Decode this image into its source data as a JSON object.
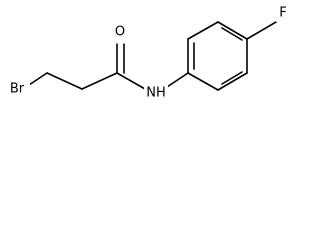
{
  "molecule": {
    "atoms": {
      "bromine": "Br",
      "oxygen": "O",
      "nitrogen_hydrogen": "NH",
      "fluorine": "F"
    }
  }
}
